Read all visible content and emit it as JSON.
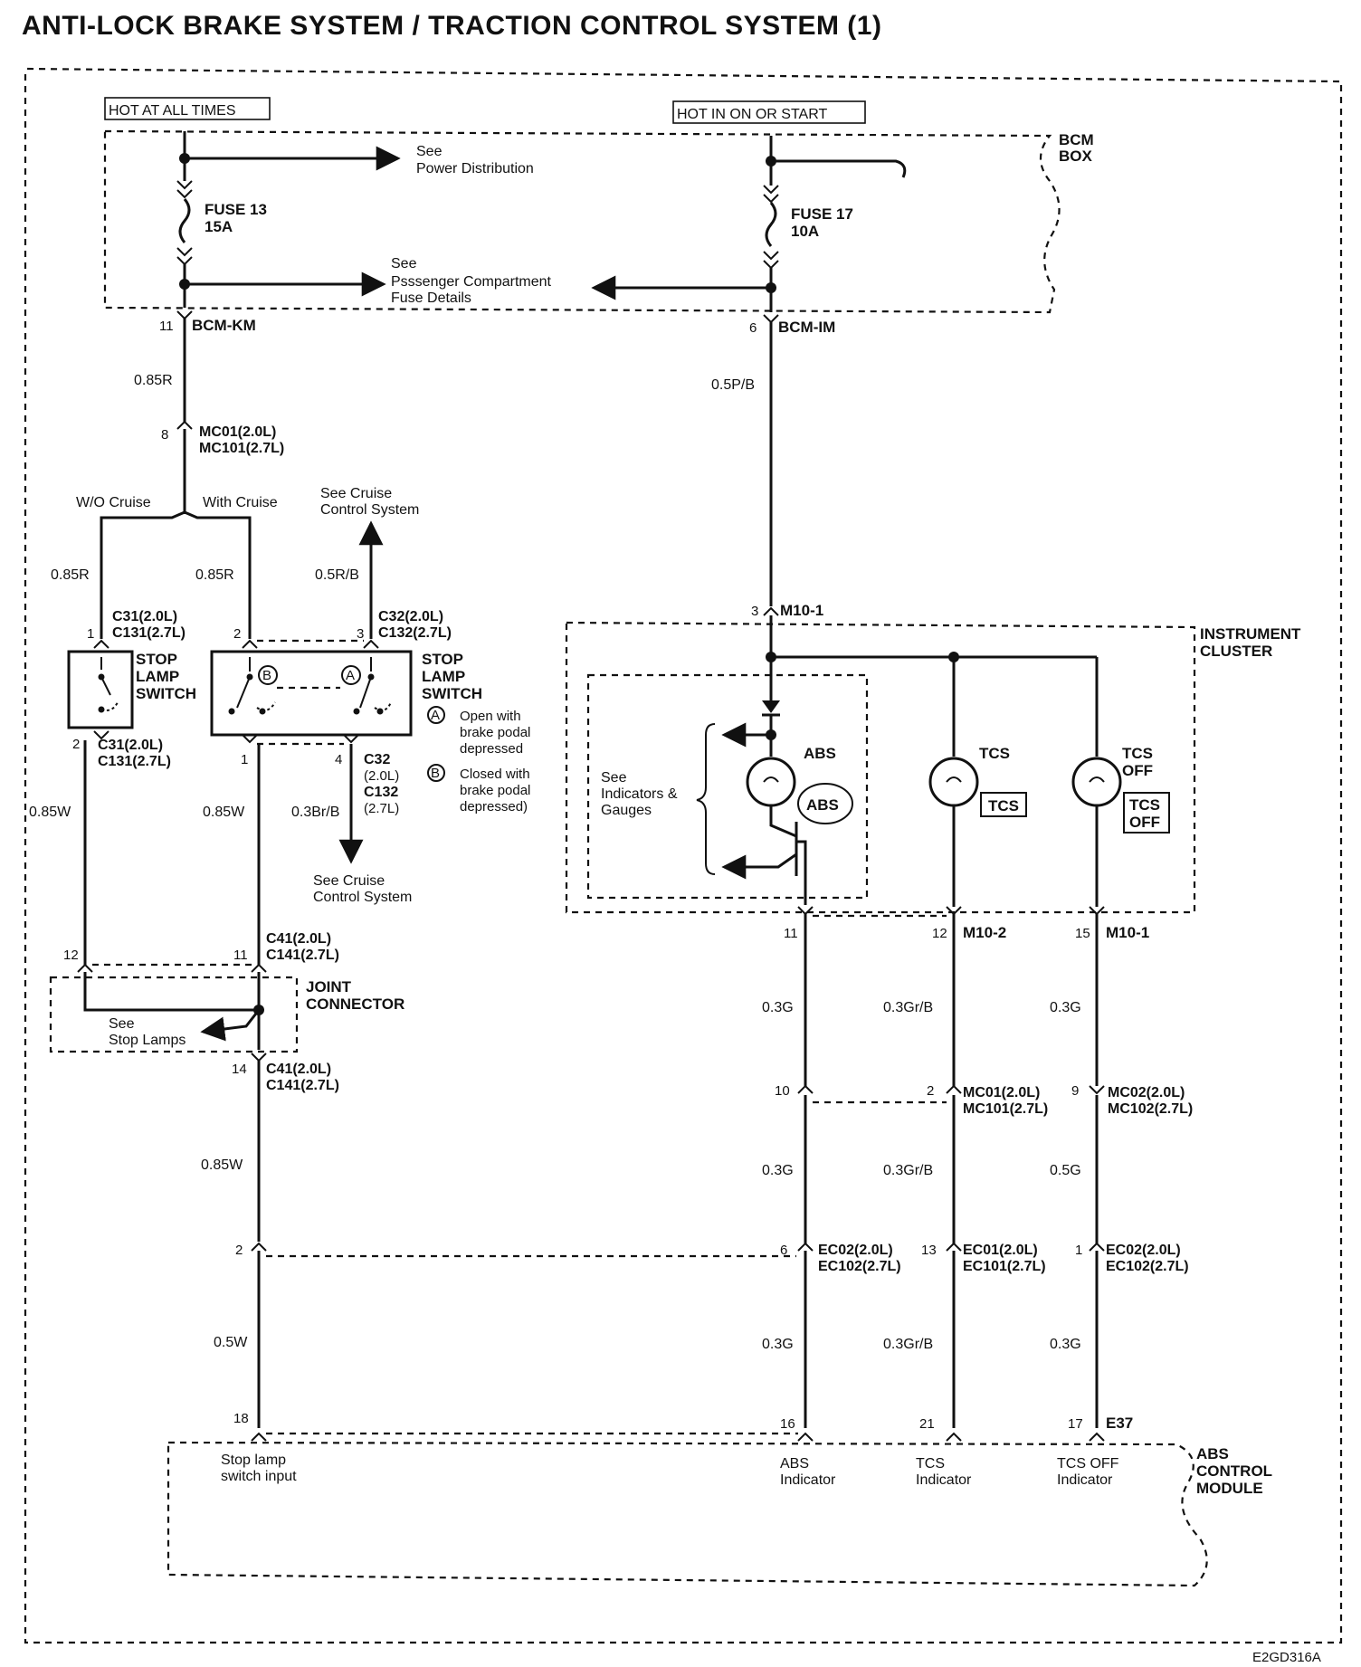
{
  "title": "ANTI-LOCK BRAKE SYSTEM / TRACTION CONTROL SYSTEM (1)",
  "code": "E2GD316A",
  "power": {
    "hot_all": "HOT AT ALL TIMES",
    "hot_on": "HOT IN ON OR START",
    "bcm_box": [
      "BCM",
      "BOX"
    ]
  },
  "fuse13": [
    "FUSE 13",
    "15A"
  ],
  "fuse17": [
    "FUSE 17",
    "10A"
  ],
  "refs": {
    "power_dist": [
      "See",
      "Power Distribution"
    ],
    "pass_comp": [
      "See",
      "Psssenger Compartment",
      "Fuse Details"
    ],
    "cruise_top": [
      "See Cruise",
      "Control System"
    ],
    "cruise_bottom": [
      "See Cruise",
      "Control System"
    ],
    "stop_lamps": [
      "See",
      "Stop Lamps"
    ],
    "indicators": [
      "See",
      "Indicators &",
      "Gauges"
    ]
  },
  "connectors": {
    "bcm_km": {
      "pin": "11",
      "name": "BCM-KM"
    },
    "bcm_im": {
      "pin": "6",
      "name": "BCM-IM"
    },
    "mc01_left": {
      "pin": "8",
      "l1": "MC01(2.0L)",
      "l2": "MC101(2.7L)"
    },
    "c31_top": {
      "pin": "1",
      "l1": "C31(2.0L)",
      "l2": "C131(2.7L)"
    },
    "c31_bot": {
      "pin": "2",
      "l1": "C31(2.0L)",
      "l2": "C131(2.7L)"
    },
    "c32_top": {
      "pin_a": "2",
      "pin_b": "3",
      "l1": "C32(2.0L)",
      "l2": "C132(2.7L)"
    },
    "c32_bot": {
      "pin_a": "1",
      "pin_b": "4",
      "l1": "C32",
      "l2": "(2.0L)",
      "l3": "C132",
      "l4": "(2.7L)"
    },
    "c41_top": {
      "pin_a": "12",
      "pin_b": "11",
      "l1": "C41(2.0L)",
      "l2": "C141(2.7L)"
    },
    "c41_bot": {
      "pin": "14",
      "l1": "C41(2.0L)",
      "l2": "C141(2.7L)"
    },
    "m10_1_top": {
      "pin": "3",
      "name": "M10-1"
    },
    "m10_2": {
      "pin_a": "11",
      "pin_b": "12",
      "name": "M10-2"
    },
    "m10_1_right": {
      "pin": "15",
      "name": "M10-1"
    },
    "mc01_right": {
      "pin_a": "10",
      "pin_b": "2",
      "l1": "MC01(2.0L)",
      "l2": "MC101(2.7L)"
    },
    "mc02": {
      "pin": "9",
      "l1": "MC02(2.0L)",
      "l2": "MC102(2.7L)"
    },
    "ec02_left": {
      "pin_a": "2",
      "pin_b": "6",
      "l1": "EC02(2.0L)",
      "l2": "EC102(2.7L)"
    },
    "ec01": {
      "pin": "13",
      "l1": "EC01(2.0L)",
      "l2": "EC101(2.7L)"
    },
    "ec02_right": {
      "pin": "1",
      "l1": "EC02(2.0L)",
      "l2": "EC102(2.7L)"
    },
    "e37": {
      "pin_a": "18",
      "pin_b": "16",
      "pin_c": "21",
      "pin_d": "17",
      "name": "E37"
    }
  },
  "wires": {
    "w_085r_top": "0.85R",
    "w_05pb": "0.5P/B",
    "w_085r_a": "0.85R",
    "w_085r_b": "0.85R",
    "w_05rb": "0.5R/B",
    "w_085w_a": "0.85W",
    "w_085w_b": "0.85W",
    "w_03brb": "0.3Br/B",
    "w_085w_c": "0.85W",
    "w_05w": "0.5W",
    "abs_1": "0.3G",
    "abs_2": "0.3G",
    "abs_3": "0.3G",
    "tcs_1": "0.3Gr/B",
    "tcs_2": "0.3Gr/B",
    "tcs_3": "0.3Gr/B",
    "off_1": "0.3G",
    "off_2": "0.5G",
    "off_3": "0.3G"
  },
  "branches": {
    "wo": "W/O Cruise",
    "with": "With Cruise"
  },
  "switch": {
    "label": [
      "STOP",
      "LAMP",
      "SWITCH"
    ],
    "a_mark": "A",
    "b_mark": "B",
    "note_a": [
      "Open with",
      "brake podal",
      "depressed"
    ],
    "note_b": [
      "Closed with",
      "brake podal",
      "depressed)"
    ]
  },
  "joint": [
    "JOINT",
    "CONNECTOR"
  ],
  "cluster": {
    "label": [
      "INSTRUMENT",
      "CLUSTER"
    ],
    "abs": "ABS",
    "abs_badge": "ABS",
    "tcs": "TCS",
    "tcs_badge": "TCS",
    "off": [
      "TCS",
      "OFF"
    ],
    "off_badge": [
      "TCS",
      "OFF"
    ]
  },
  "module": {
    "label": [
      "ABS",
      "CONTROL",
      "MODULE"
    ],
    "stop_input": [
      "Stop lamp",
      "switch input"
    ],
    "abs_ind": [
      "ABS",
      "Indicator"
    ],
    "tcs_ind": [
      "TCS",
      "Indicator"
    ],
    "off_ind": [
      "TCS OFF",
      "Indicator"
    ]
  }
}
